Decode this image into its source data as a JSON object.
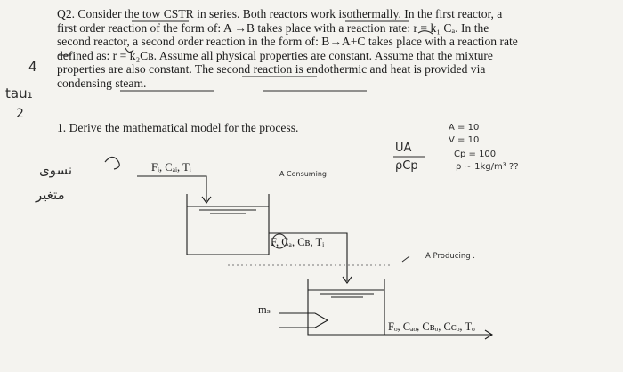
{
  "question": {
    "lines": [
      "Q2. Consider the tow CSTR in series. Both reactors work isothermally. In the first reactor, a",
      "first order reaction of the form of: A →B takes place with a reaction rate: r = k₁ Cₐ. In the",
      "second reactor, a second order reaction in the form of: B→A+C takes place with a reaction rate",
      "defined as: r = k₂Cʙ. Assume all physical properties are constant. Assume that the mixture",
      "properties are also constant. The second reaction is endothermic and heat is provided via",
      "condensing steam."
    ],
    "part1": "1. Derive the mathematical model for the process."
  },
  "diagram": {
    "feed_label": "Fᵢ, Cₐᵢ, Tᵢ",
    "intermediate_label": "F, Cₐ, Cʙ, Tᵢ",
    "steam_label": "mₛ",
    "outlet_label": "Fₒ, Cₐₒ, Cʙₒ, Cᴄₒ, Tₒ"
  },
  "handwritten": {
    "margin_left_1": "tau₁",
    "margin_left_2": "2",
    "margin_arabic_1": "نسوى",
    "margin_arabic_2": "متغير",
    "margin_4": "4",
    "a_consuming": "A Consuming",
    "a_producing": "A Producing .",
    "note_a": "A = 10",
    "note_v": "V = 10",
    "note_cp": "Cp = 100",
    "note_rho": "ρ ~ 1kg/m³ ??",
    "note_ua": "UA",
    "note_pcp": "ρCp"
  },
  "colors": {
    "ink": "#1c1c1c",
    "paper": "#f4f3ef"
  }
}
